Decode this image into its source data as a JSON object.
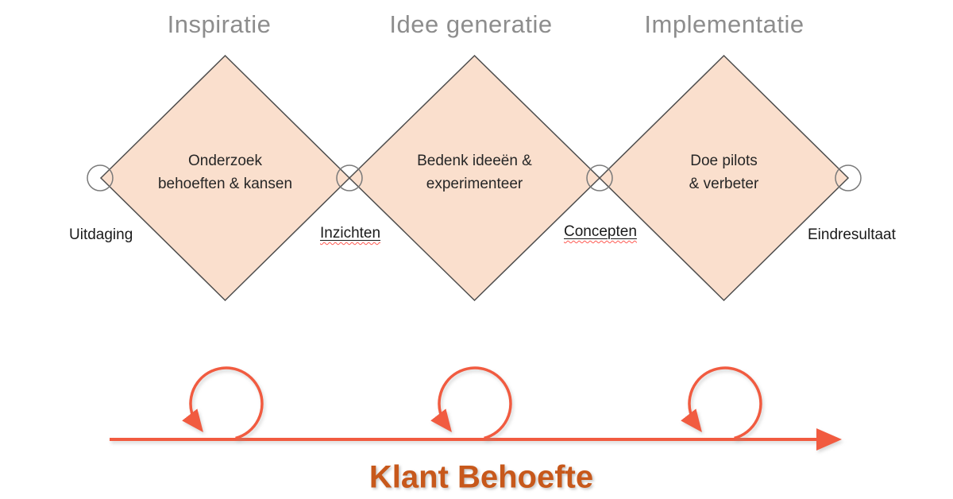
{
  "phases": [
    {
      "title": "Inspiratie",
      "diamond_text": "Onderzoek\nbehoeften & kansen"
    },
    {
      "title": "Idee generatie",
      "diamond_text": "Bedenk ideeën &\nexperimenteer"
    },
    {
      "title": "Implementatie",
      "diamond_text": "Doe pilots\n& verbeter"
    }
  ],
  "nodes": [
    {
      "label": "Uitdaging",
      "spellcheck_underline": false
    },
    {
      "label": "Inzichten",
      "spellcheck_underline": true
    },
    {
      "label": "Concepten",
      "spellcheck_underline": true
    },
    {
      "label": "Eindresultaat",
      "spellcheck_underline": false
    }
  ],
  "bottom": {
    "label": "Klant Behoefte"
  },
  "colors": {
    "diamond_fill": "#fadfcd",
    "diamond_stroke": "#4d4d4d",
    "junction_circle_stroke": "#7a7a7a",
    "phase_title_gray": "#8d8d8d",
    "loop_orange": "#f15b40",
    "bottom_title_orange": "#c7581b",
    "spellcheck_red": "#ff5a52"
  }
}
